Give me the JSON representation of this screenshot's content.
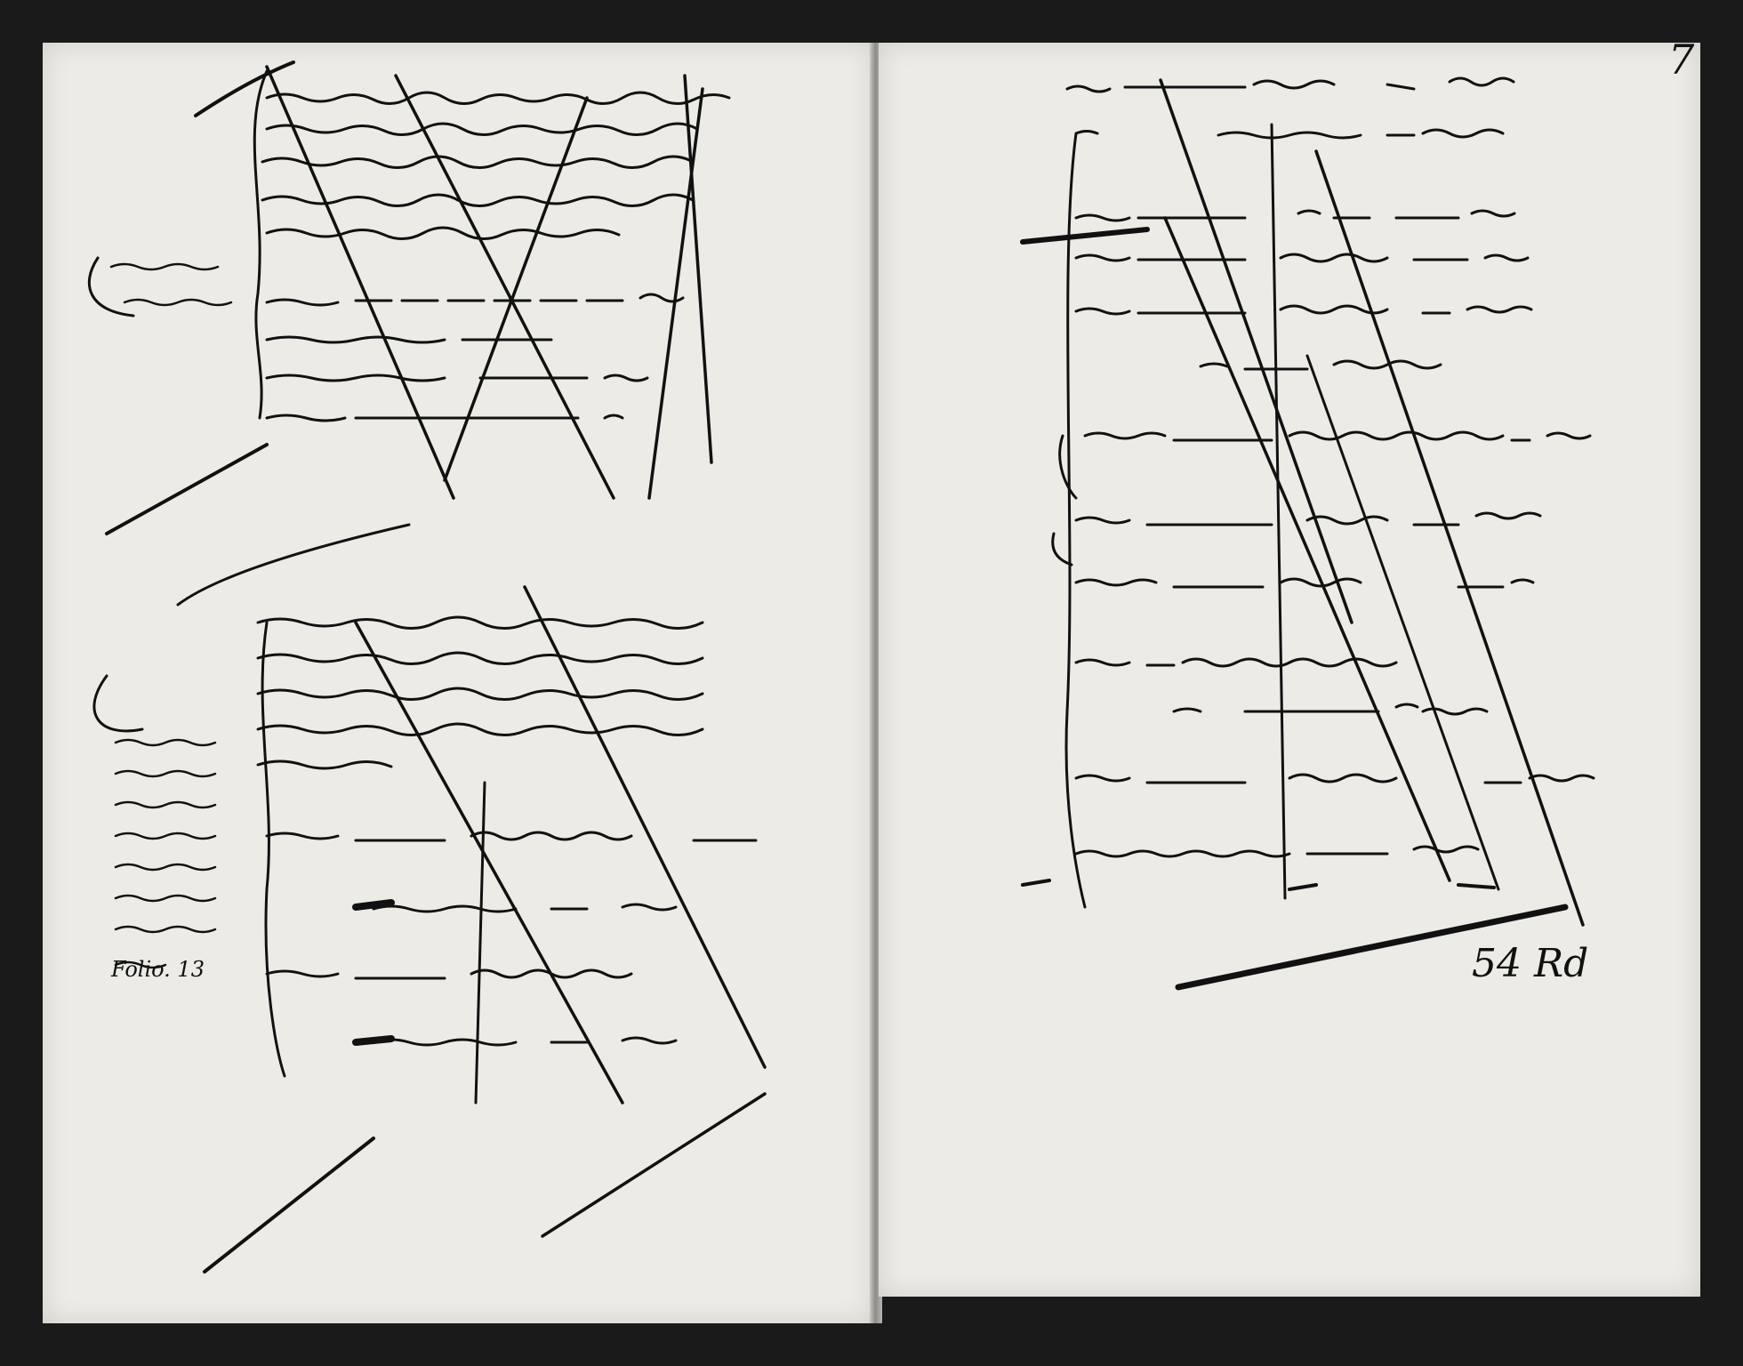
{
  "document": {
    "folio_number": "7",
    "right_page_total": "54 Rd",
    "left_margin_note_reference": "Folio. 13",
    "ink_color": "#111111",
    "paper_color": "#ecebe6",
    "crossings": "entries on both pages are cancelled with diagonal strokes"
  }
}
